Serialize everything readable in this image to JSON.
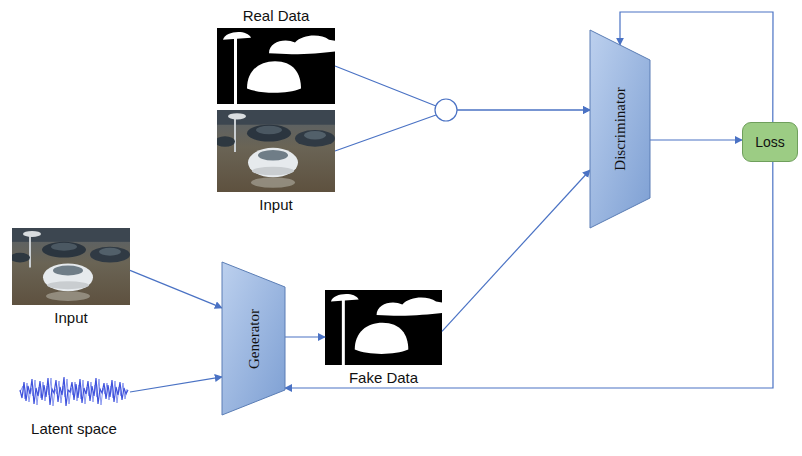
{
  "diagram": {
    "nodes": [
      {
        "text": [
          "Real Data"
        ]
      },
      {
        "text": [
          "Input"
        ]
      },
      {
        "text": [
          "Discriminator"
        ]
      },
      {
        "text": [
          "Loss"
        ]
      },
      {
        "text": [
          "Input"
        ]
      },
      {
        "text": [
          "Generator"
        ]
      },
      {
        "text": [
          "Fake Data"
        ]
      },
      {
        "text": [
          "Latent space"
        ]
      }
    ],
    "edges": [
      {
        "from": 0,
        "to": 2,
        "arrow": "to"
      },
      {
        "from": 1,
        "to": 2,
        "arrow": "to"
      },
      {
        "from": 2,
        "to": 3,
        "arrow": "to"
      },
      {
        "from": 3,
        "to": 2,
        "arrow": "to"
      },
      {
        "from": 3,
        "to": 5,
        "arrow": "to"
      },
      {
        "from": 4,
        "to": 5,
        "arrow": "to"
      },
      {
        "from": 7,
        "to": 5,
        "arrow": "to"
      },
      {
        "from": 5,
        "to": 6,
        "arrow": "to"
      },
      {
        "from": 6,
        "to": 2,
        "arrow": "to"
      }
    ]
  }
}
